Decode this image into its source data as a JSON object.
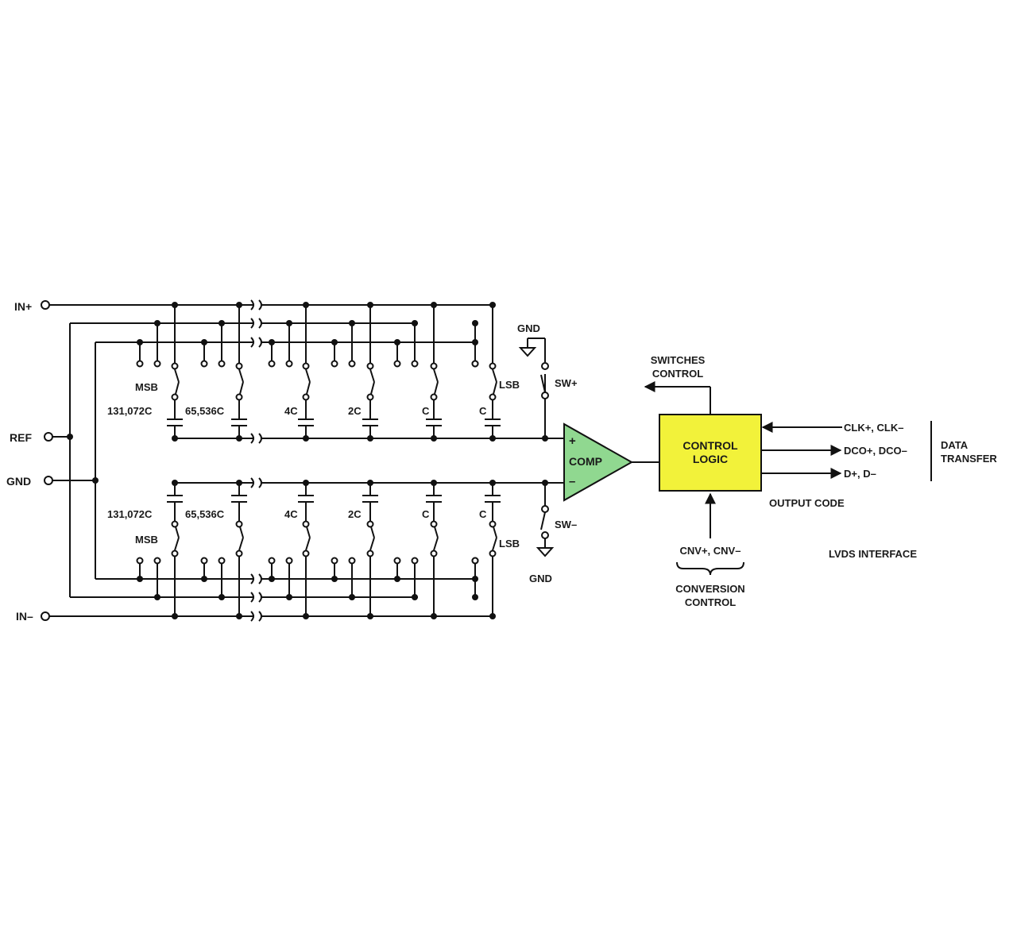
{
  "pins": {
    "in_plus": "IN+",
    "ref": "REF",
    "gnd": "GND",
    "in_minus": "IN–"
  },
  "capacitors": {
    "top": [
      "131,072C",
      "65,536C",
      "4C",
      "2C",
      "C",
      "C"
    ],
    "bottom": [
      "131,072C",
      "65,536C",
      "4C",
      "2C",
      "C",
      "C"
    ]
  },
  "bit_labels": {
    "msb": "MSB",
    "lsb": "LSB"
  },
  "switches": {
    "sw_plus": "SW+",
    "sw_minus": "SW–",
    "gnd_top": "GND",
    "gnd_bottom": "GND"
  },
  "comparator": {
    "label": "COMP",
    "plus": "+",
    "minus": "–",
    "fill": "#90d890"
  },
  "control_logic": {
    "line1": "CONTROL",
    "line2": "LOGIC",
    "fill": "#f2f23a"
  },
  "switches_control": {
    "line1": "SWITCHES",
    "line2": "CONTROL"
  },
  "outputs": {
    "clk": "CLK+, CLK–",
    "dco": "DCO+, DCO–",
    "d": "D+, D–",
    "output_code": "OUTPUT CODE",
    "lvds": "LVDS INTERFACE"
  },
  "data_transfer": {
    "line1": "DATA",
    "line2": "TRANSFER"
  },
  "conversion": {
    "cnv": "CNV+, CNV–",
    "line1": "CONVERSION",
    "line2": "CONTROL"
  }
}
